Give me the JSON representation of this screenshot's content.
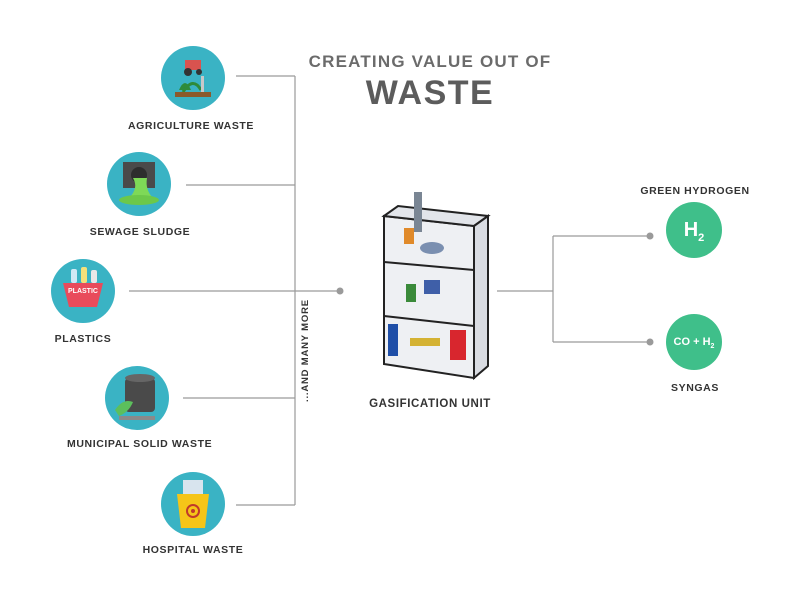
{
  "title": {
    "line1": "CREATING VALUE OUT OF",
    "line2": "WASTE"
  },
  "inputs": [
    {
      "label": "AGRICULTURE WASTE",
      "icon": "tractor-plant-icon"
    },
    {
      "label": "SEWAGE SLUDGE",
      "icon": "sewage-pipe-icon"
    },
    {
      "label": "PLASTICS",
      "icon": "plastic-basket-icon",
      "badge": "PLASTIC"
    },
    {
      "label": "MUNICIPAL SOLID WASTE",
      "icon": "waste-bin-icon"
    },
    {
      "label": "HOSPITAL WASTE",
      "icon": "biohazard-bin-icon"
    }
  ],
  "more_label": "...AND MANY MORE",
  "center": {
    "label": "GASIFICATION UNIT"
  },
  "outputs": [
    {
      "label": "GREEN HYDROGEN",
      "symbol": "H",
      "sub": "2"
    },
    {
      "label": "SYNGAS",
      "symbol": "CO + H",
      "sub": "2"
    }
  ],
  "colors": {
    "input_circle": "#3ab3c4",
    "output_circle": "#3fbf8a",
    "title": "#5c5c5c",
    "line": "#9a9a9a"
  }
}
